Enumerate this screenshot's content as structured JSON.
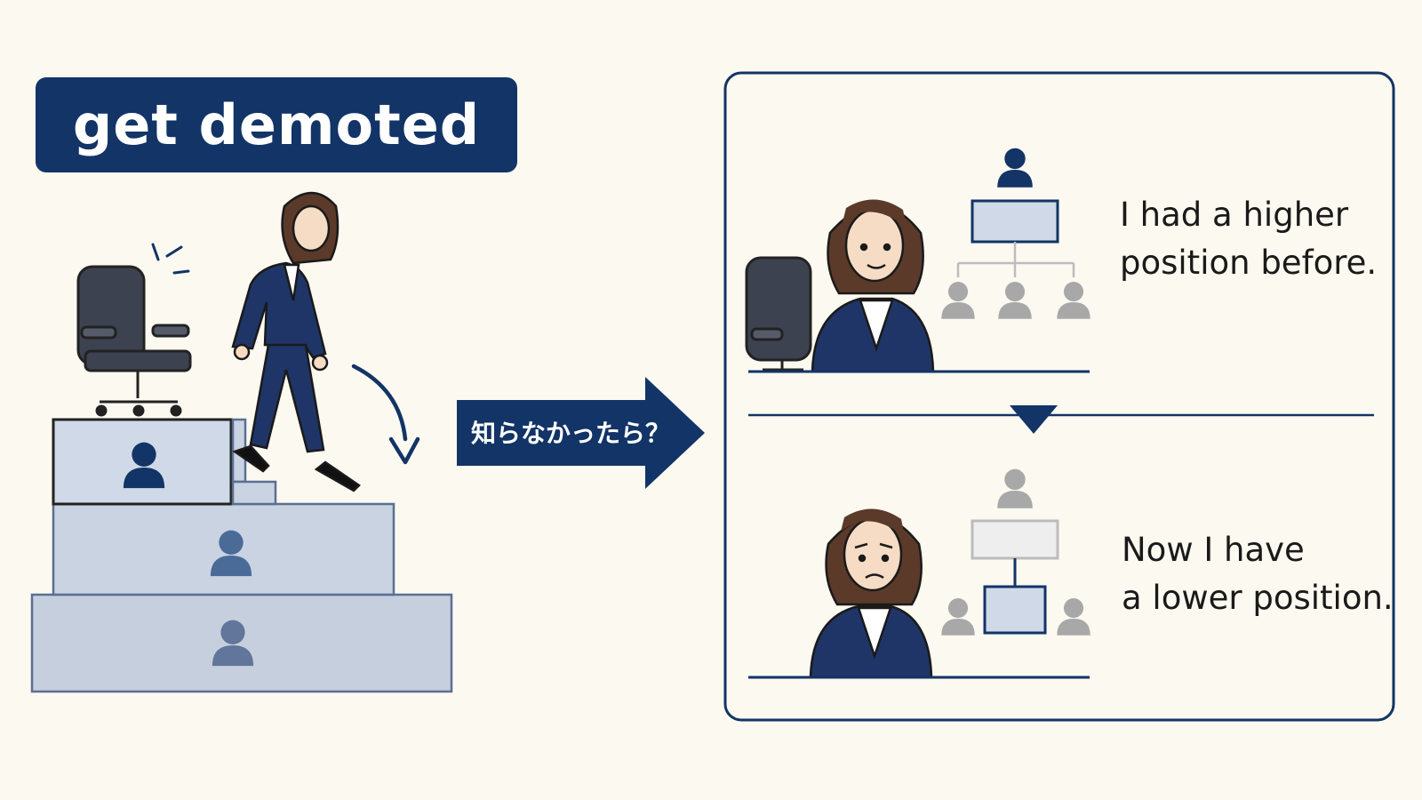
{
  "title": "get demoted",
  "arrow_label": "知らなかったら？",
  "panels": [
    {
      "line1": "I had a higher",
      "line2": "position before."
    },
    {
      "line1": "Now I have",
      "line2": "a lower position."
    }
  ],
  "colors": {
    "navy": "#123466",
    "background": "#fcf9f0",
    "step_fill": "#c9d4e3",
    "person_gray": "#a8a8a8",
    "hair_brown": "#5b3a2a"
  },
  "icons": [
    "office-chair-icon",
    "person-icon",
    "org-chart-icon",
    "down-arrow-icon",
    "right-arrow-icon"
  ]
}
